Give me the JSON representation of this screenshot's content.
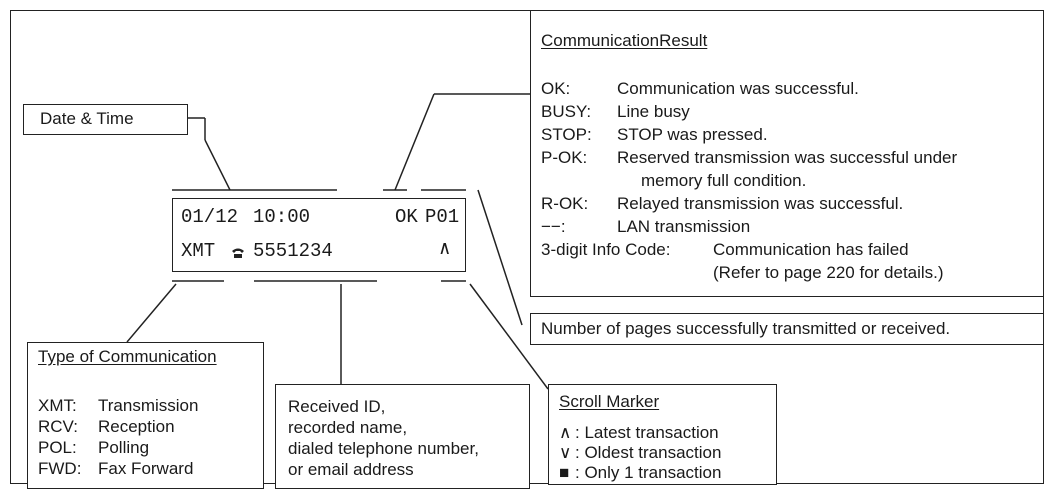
{
  "date_time_label": "Date & Time",
  "display": {
    "date": "01/12",
    "time": "10:00",
    "result": "OK",
    "page": "P01",
    "type": "XMT",
    "phone_icon": "telephone-icon",
    "number": "5551234",
    "marker": "∧"
  },
  "result_box": {
    "title": "CommunicationResult",
    "rows": [
      {
        "code": "OK:",
        "desc": "Communication was successful."
      },
      {
        "code": "BUSY:",
        "desc": "Line busy"
      },
      {
        "code": "STOP:",
        "desc": "STOP was pressed."
      },
      {
        "code": "P-OK:",
        "desc": "Reserved transmission was successful under"
      },
      {
        "code": "",
        "desc": "memory full condition."
      },
      {
        "code": "R-OK:",
        "desc": "Relayed transmission was successful."
      },
      {
        "code": "−−:",
        "desc": "LAN transmission"
      }
    ],
    "info_code": "3-digit Info Code:",
    "info_desc": "Communication has failed",
    "info_ref": "(Refer to page 220 for details.)"
  },
  "pages_label": "Number of pages successfully transmitted or received.",
  "type_box": {
    "title": "Type of Communication",
    "rows": [
      {
        "code": "XMT:",
        "desc": "Transmission"
      },
      {
        "code": "RCV:",
        "desc": "Reception"
      },
      {
        "code": "POL:",
        "desc": "Polling"
      },
      {
        "code": "FWD:",
        "desc": "Fax Forward"
      }
    ]
  },
  "received_box": {
    "lines": [
      "Received ID,",
      "recorded name,",
      "dialed telephone number,",
      "or email address"
    ]
  },
  "scroll_box": {
    "title": "Scroll Marker",
    "rows": [
      {
        "symbol": "∧",
        "desc": ": Latest transaction"
      },
      {
        "symbol": "∨",
        "desc": ": Oldest transaction"
      },
      {
        "symbol": "■",
        "desc": ": Only 1 transaction"
      }
    ]
  }
}
